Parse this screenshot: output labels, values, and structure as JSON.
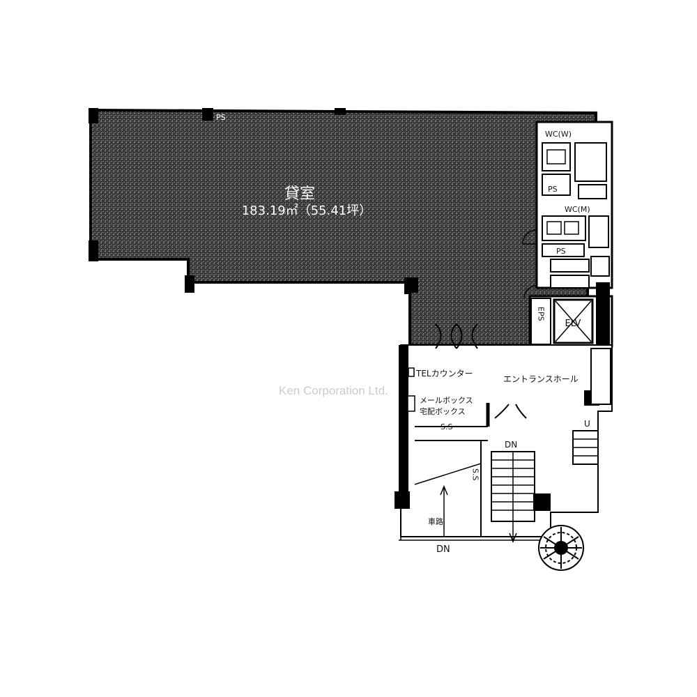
{
  "floor_plan": {
    "main_area": {
      "label": "貸室",
      "area_text": "183.19㎡（55.41坪）"
    },
    "rooms": {
      "ps_top": "PS",
      "wc_w": "WC(W)",
      "ps_right": "PS",
      "wc_m": "WC(M)",
      "ps_mid": "PS",
      "eps": "EPS",
      "elv": "ELV"
    },
    "entrance": {
      "tel_counter": "TELカウンター",
      "entrance_hall": "エントランスホール",
      "mailbox_line1": "メールボックス",
      "mailbox_line2": "宅配ボックス",
      "ss_1": "S.S",
      "ss_2": "S.S",
      "stairs_dn": "DN",
      "stairs_u": "U",
      "driveway": "車路",
      "bottom_dn": "DN"
    },
    "watermark": "Ken Corporation Ltd."
  }
}
